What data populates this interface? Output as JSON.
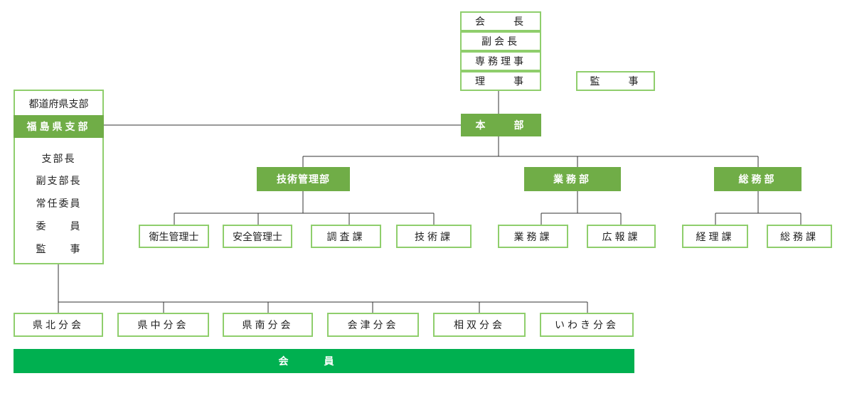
{
  "executives": [
    "会　　長",
    "副会長",
    "専務理事",
    "理　　事"
  ],
  "auditor": "監　　事",
  "headquarters": "本　　部",
  "departments": [
    {
      "name": "技術管理部",
      "sections": [
        "衛生管理士",
        "安全管理士",
        "調査課",
        "技術課"
      ]
    },
    {
      "name": "業務部",
      "sections": [
        "業務課",
        "広報課"
      ]
    },
    {
      "name": "総務部",
      "sections": [
        "経理課",
        "総務課"
      ]
    }
  ],
  "prefecture_branch": {
    "title": "都道府県支部",
    "name": "福島県支部",
    "roles": [
      "支部長",
      "副支部長",
      "常任委員",
      "委　　員",
      "監　　事"
    ]
  },
  "local_chapters": [
    "県北分会",
    "県中分会",
    "県南分会",
    "会津分会",
    "相双分会",
    "いわき分会"
  ],
  "members": "会員"
}
